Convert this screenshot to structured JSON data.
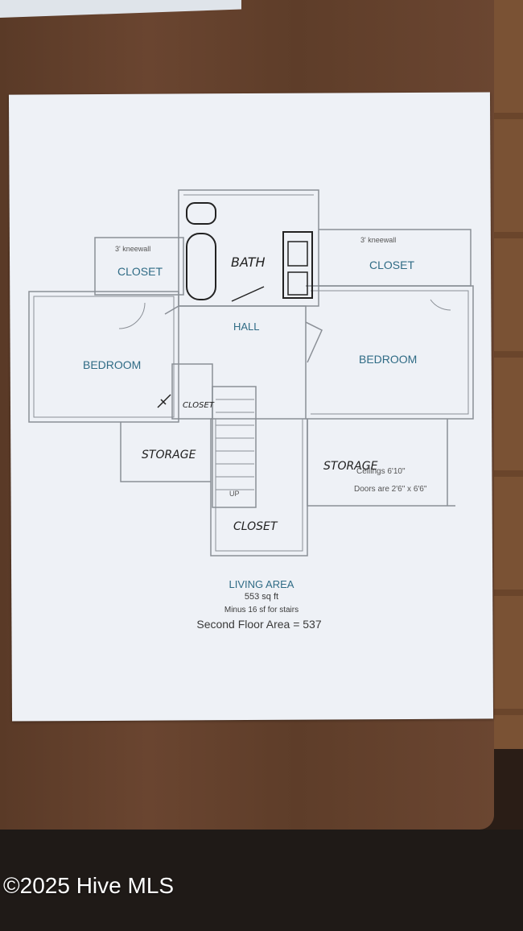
{
  "rooms": {
    "bath": "BATH",
    "hall": "HALL",
    "closet_left": "CLOSET",
    "closet_right": "CLOSET",
    "bedroom_left": "BEDROOM",
    "bedroom_right": "BEDROOM",
    "closet_small": "CLOSET",
    "storage_left": "STORAGE",
    "storage_right": "STORAGE",
    "closet_bottom": "CLOSET",
    "stairs_up": "UP"
  },
  "notes": {
    "kneewall_left": "3' kneewall",
    "kneewall_right": "3' kneewall",
    "ceilings": "Ceilings  6'10\"",
    "doors": "Doors are 2'6\" x 6'6\""
  },
  "summary": {
    "living_area": "LIVING AREA",
    "sqft": "553 sq ft",
    "minus_stairs": "Minus 16 sf for stairs",
    "second_floor": "Second Floor Area = 537"
  },
  "watermark": "©2025 Hive MLS"
}
